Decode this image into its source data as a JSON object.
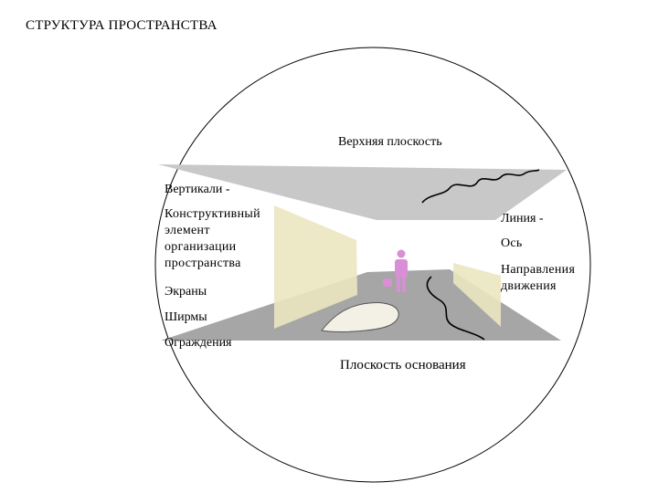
{
  "title": "СТРУКТУРА ПРОСТРАНСТВА",
  "labels": {
    "upper_plane": "Верхняя плоскость",
    "verticals": "Вертикали -",
    "structural_1": "Конструктивный",
    "structural_2": "элемент",
    "structural_3": "организации",
    "structural_4": "пространства",
    "screens": "Экраны",
    "curtains": "Ширмы",
    "fences": "Ограждения",
    "line": "Линия -",
    "axis": "Ось",
    "directions_1": "Направления",
    "directions_2": "движения",
    "base_plane": "Плоскость основания"
  },
  "colors": {
    "ceiling": "#c8c8c8",
    "floor": "#a6a6a6",
    "panel": "#ebe5c0",
    "figure": "#d98fd6",
    "stone": "#f3f1e6",
    "line": "#000000"
  },
  "icons": [
    "person-figure-icon"
  ]
}
